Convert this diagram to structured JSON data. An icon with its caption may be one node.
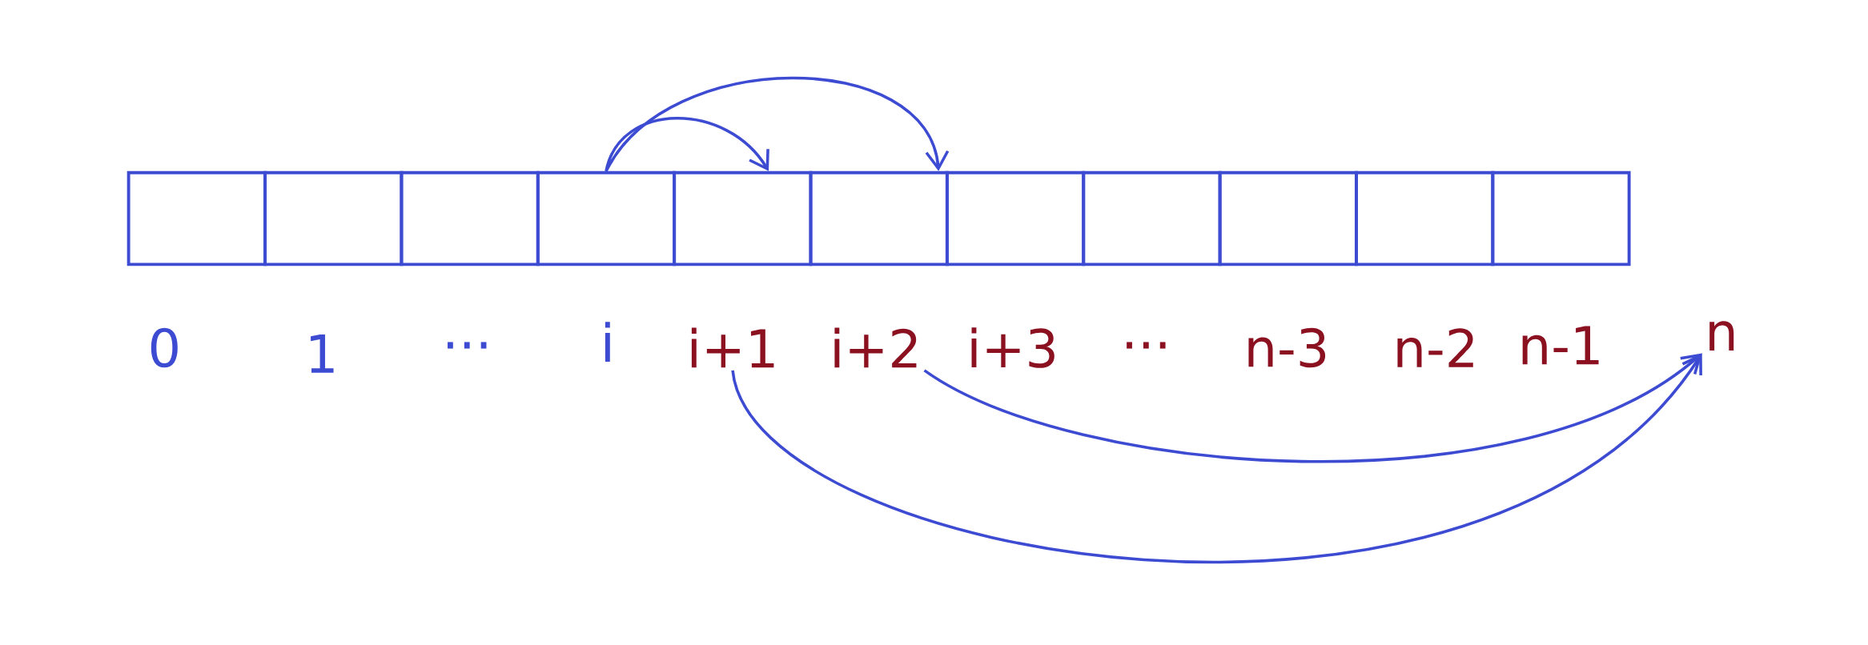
{
  "diagram": {
    "nodes": [
      {
        "text": [],
        "shape": "box"
      },
      {
        "text": [],
        "shape": "box"
      },
      {
        "text": [],
        "shape": "box"
      },
      {
        "text": [],
        "shape": "box"
      },
      {
        "text": [],
        "shape": "box"
      },
      {
        "text": [],
        "shape": "box"
      },
      {
        "text": [],
        "shape": "box"
      },
      {
        "text": [],
        "shape": "box"
      },
      {
        "text": [],
        "shape": "box"
      },
      {
        "text": [],
        "shape": "box"
      },
      {
        "text": [],
        "shape": "box"
      },
      {
        "text": [
          "0"
        ]
      },
      {
        "text": [
          "1"
        ]
      },
      {
        "text": [
          "..."
        ]
      },
      {
        "text": [
          "i"
        ]
      },
      {
        "text": [
          "i+1"
        ]
      },
      {
        "text": [
          "i+2"
        ]
      },
      {
        "text": [
          "i+3"
        ]
      },
      {
        "text": [
          "..."
        ]
      },
      {
        "text": [
          "n-3"
        ]
      },
      {
        "text": [
          "n-2"
        ]
      },
      {
        "text": [
          "n-1"
        ]
      },
      {
        "text": [
          "n"
        ]
      }
    ],
    "edges": [
      {
        "from": 3,
        "to": 4,
        "arrow": "to"
      },
      {
        "from": 3,
        "to": 5,
        "arrow": "to"
      },
      {
        "from": 15,
        "to": 22,
        "arrow": "to"
      },
      {
        "from": 16,
        "to": 22,
        "arrow": "to"
      }
    ]
  }
}
